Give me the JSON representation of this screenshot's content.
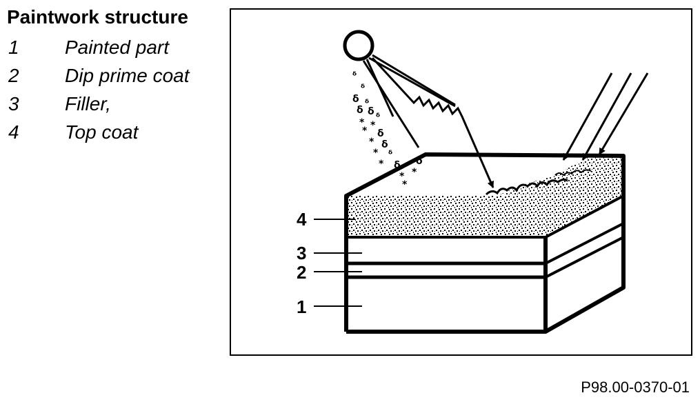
{
  "title": "Paintwork structure",
  "legend": [
    {
      "num": "1",
      "label": "Painted part"
    },
    {
      "num": "2",
      "label": "Dip prime coat"
    },
    {
      "num": "3",
      "label": "Filler,"
    },
    {
      "num": "4",
      "label": "Top coat"
    }
  ],
  "callouts": [
    "4",
    "3",
    "2",
    "1"
  ],
  "figure_id": "P98.00-0370-01",
  "icons": [
    "sun-icon",
    "rain-icon"
  ]
}
